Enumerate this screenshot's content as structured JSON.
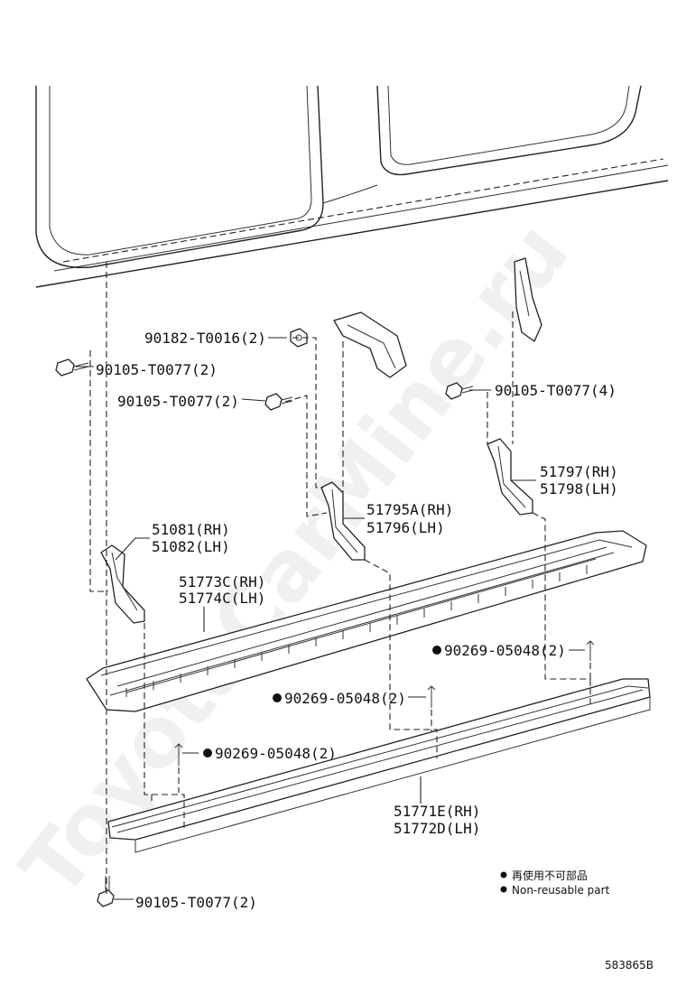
{
  "watermark": "ToyotaCarMine.ru",
  "figure_code": "583865B",
  "legend": {
    "jp": "再使用不可部品",
    "en": "Non-reusable part"
  },
  "labels": {
    "nut_upper": "90182-T0016(2)",
    "bolt_left_upper": "90105-T0077(2)",
    "bolt_mid": "90105-T0077(2)",
    "bolt_right": "90105-T0077(4)",
    "bolt_bottom": "90105-T0077(2)",
    "bracket_rear_rh": "51797(RH)",
    "bracket_rear_lh": "51798(LH)",
    "bracket_center_rh": "51795A(RH)",
    "bracket_center_lh": "51796(LH)",
    "bracket_front_rh": "51081(RH)",
    "bracket_front_lh": "51082(LH)",
    "step_rh": "51773C(RH)",
    "step_lh": "51774C(LH)",
    "clip_right": "90269-05048(2)",
    "clip_mid": "90269-05048(2)",
    "clip_left": "90269-05048(2)",
    "trim_rh": "51771E(RH)",
    "trim_lh": "51772D(LH)"
  }
}
